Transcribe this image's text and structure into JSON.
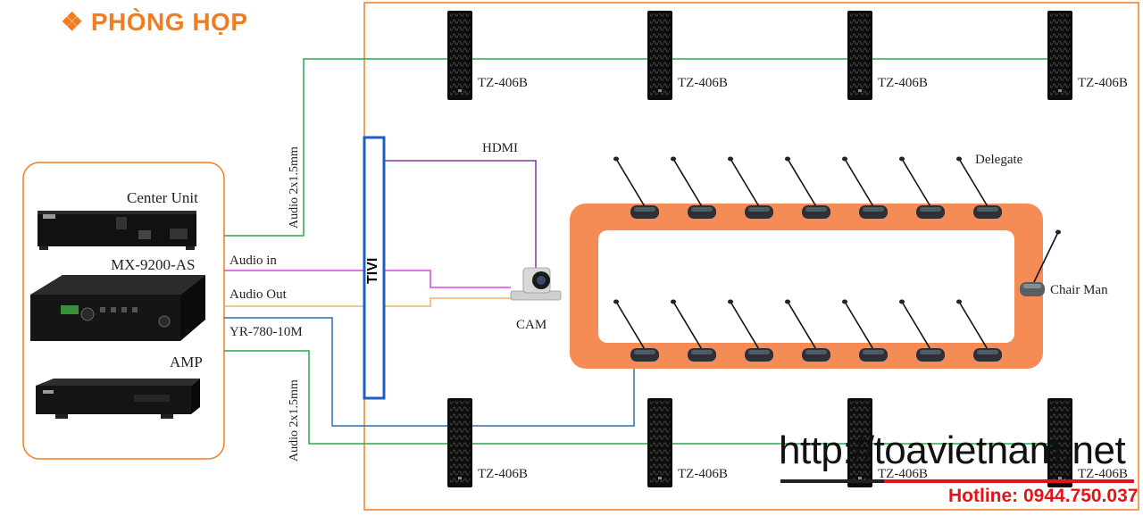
{
  "title": "❖ PHÒNG HỌP",
  "equipment": {
    "center_unit": "Center Unit",
    "mixer": "MX-9200-AS",
    "amp": "AMP"
  },
  "connections": {
    "audio_top": "Audio 2x1.5mm",
    "audio_bottom": "Audio 2x1.5mm",
    "audio_in": "Audio in",
    "audio_out": "Audio Out",
    "cable": "YR-780-10M",
    "hdmi": "HDMI"
  },
  "tivi": "TIVI",
  "camera": "CAM",
  "speakers": {
    "top": [
      "TZ-406B",
      "TZ-406B",
      "TZ-406B",
      "TZ-406B"
    ],
    "bottom": [
      "TZ-406B",
      "TZ-406B",
      "TZ-406B",
      "TZ-406B"
    ]
  },
  "delegate_label": "Delegate",
  "chairman_label": "Chair Man",
  "watermark": {
    "url": "http://toavietnam.net",
    "hotline": "Hotline: 0944.750.037"
  },
  "colors": {
    "accent": "#ef7d22",
    "table": "#f58b55",
    "green_wire": "#2aa84a",
    "pink_wire": "#e040e0",
    "purple_wire": "#7a3a9a",
    "blue_wire": "#2a6fb5",
    "tivi_border": "#1f5fc4",
    "hotline": "#e3131b"
  }
}
